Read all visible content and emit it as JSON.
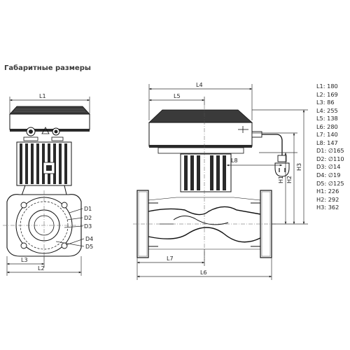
{
  "title": "Габаритные размеры",
  "specs": [
    "L1: 180",
    "L2: 169",
    "L3: 86",
    "L4: 255",
    "L5: 138",
    "L6: 280",
    "L7: 140",
    "L8: 147",
    "D1: ∅165",
    "D2: ∅110",
    "D3: ∅14",
    "D4: ∅19",
    "D5: ∅125",
    "H1: 226",
    "H2: 292",
    "H3: 362"
  ],
  "labels": {
    "L1": "L1",
    "L2": "L2",
    "L3": "L3",
    "L4": "L4",
    "L5": "L5",
    "L6": "L6",
    "L7": "L7",
    "L8": "L8",
    "D1": "D1",
    "D2": "D2",
    "D3": "D3",
    "D4": "D4",
    "D5": "D5",
    "H1": "H1",
    "H2": "H2",
    "H3": "H3"
  }
}
